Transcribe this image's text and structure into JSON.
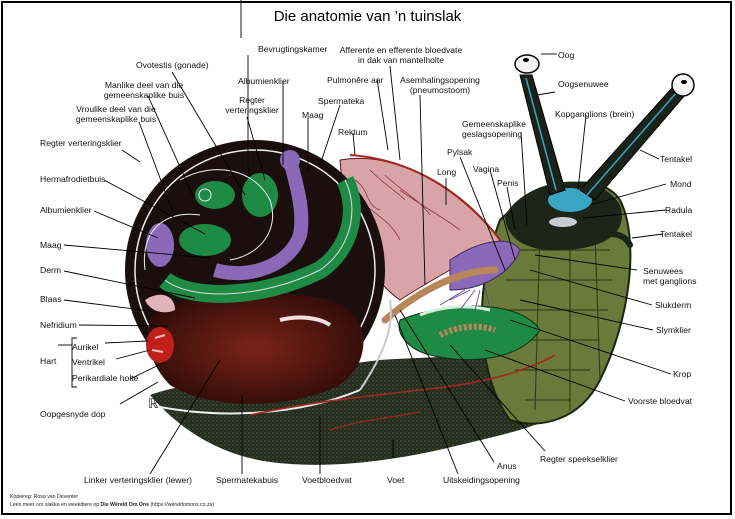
{
  "title": "Die anatomie van ’n tuinslak",
  "labels": {
    "ovotestis": "Ovotestis (gonade)",
    "manlike_1": "Manlike deel van die",
    "manlike_2": "gemeenskaplike buis",
    "vroulike_1": "Vroulike deel van die",
    "vroulike_2": "gemeenskaplike buis",
    "regter_verteringsklier_left": "Regter verteringsklier",
    "hermafrodietbuis": "Hermafrodietbuis",
    "albumienklier_left": "Albumienklier",
    "maag_left": "Maag",
    "derm": "Derm",
    "blaas": "Blaas",
    "nefridium": "Nefridium",
    "hart": "Hart",
    "aurikel": "Aurikel",
    "ventrikel": "Ventrikel",
    "perikardiale": "Perikardiale holte",
    "oopgesnyde_dop": "Oopgesnyde dop",
    "bevrugtingskamer": "Bevrugtingskamer",
    "albumienklier_top": "Albumienklier",
    "regter_top_1": "Regter",
    "regter_top_2": "verteringsklier",
    "maag_top": "Maag",
    "spermateka": "Spermateka",
    "rektum": "Rektum",
    "afferente_1": "Afferente en efferente bloedvate",
    "afferente_2": "in dak van mantelholte",
    "pulmonere": "Pulmonêre aar",
    "asemhaling_1": "Asemhalingsopening",
    "asemhaling_2": "(pneumostoom)",
    "gemeenskaplike_1": "Gemeenskaplike",
    "gemeenskaplike_2": "geslagsopening",
    "pylsak": "Pylsak",
    "long": "Long",
    "vagina": "Vagina",
    "penis": "Penis",
    "oog": "Oog",
    "oogsenuwee": "Oogsenuwee",
    "kopganglions": "Kopganglions (brein)",
    "tentakel_upper": "Tentakel",
    "mond": "Mond",
    "radula": "Radula",
    "tentakel_lower": "Tentakel",
    "senuwees_1": "Senuwees",
    "senuwees_2": "met ganglions",
    "slukderm": "Slukderm",
    "slymklier": "Slymklier",
    "krop": "Krop",
    "voorste_bloedvat": "Voorste bloedvat",
    "regter_speekselklier": "Regter speekselklier",
    "anus": "Anus",
    "uitskeidingsopening": "Uitskeidingsopening",
    "voet": "Voet",
    "voetbloedvat": "Voetbloedvat",
    "spermatekabuis": "Spermatekabuis",
    "linker_verteringsklier": "Linker verteringsklier (lewer)"
  },
  "footer": {
    "copyright": "Kopiereg: Rosa van Deventer",
    "more_prefix": "Lees meer oor slakke en weekdiere op ",
    "site_name": "Die Wêreld Om Ons",
    "site_url": "(https://wereldomons.co.za)"
  },
  "colors": {
    "shell": "#1a0f0c",
    "liver": "#5a1a12",
    "organ_green": "#1f8a45",
    "organ_purple": "#8a6ab8",
    "lung_pink": "#d9a4a8",
    "body_green": "#6b7a3a",
    "foot_dark": "#2a3324",
    "nerve_blue": "#3aa6c4",
    "heart_red": "#c0201a"
  }
}
